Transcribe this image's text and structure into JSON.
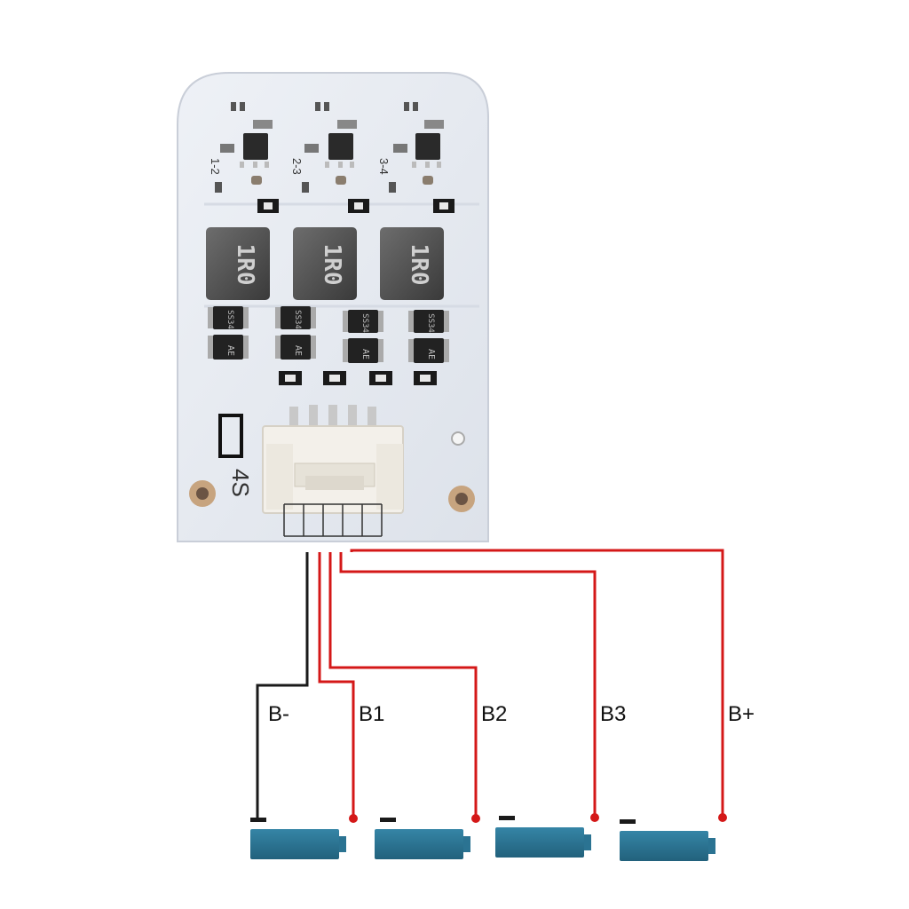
{
  "board": {
    "channels": [
      "1-2",
      "2-3",
      "3-4"
    ],
    "inductor_marking": "1R0",
    "diode_marking_top": "SS34",
    "diode_marking_bottom": "AE",
    "cell_config": "4S"
  },
  "wires": [
    {
      "label": "B-",
      "color": "#1a1a1a"
    },
    {
      "label": "B1",
      "color": "#d41818"
    },
    {
      "label": "B2",
      "color": "#d41818"
    },
    {
      "label": "B3",
      "color": "#d41818"
    },
    {
      "label": "B+",
      "color": "#d41818"
    }
  ],
  "colors": {
    "pcb": "#e8ecf2",
    "battery": "#2b7392",
    "wire_red": "#d41818",
    "wire_black": "#1a1a1a"
  },
  "battery_count": 4
}
